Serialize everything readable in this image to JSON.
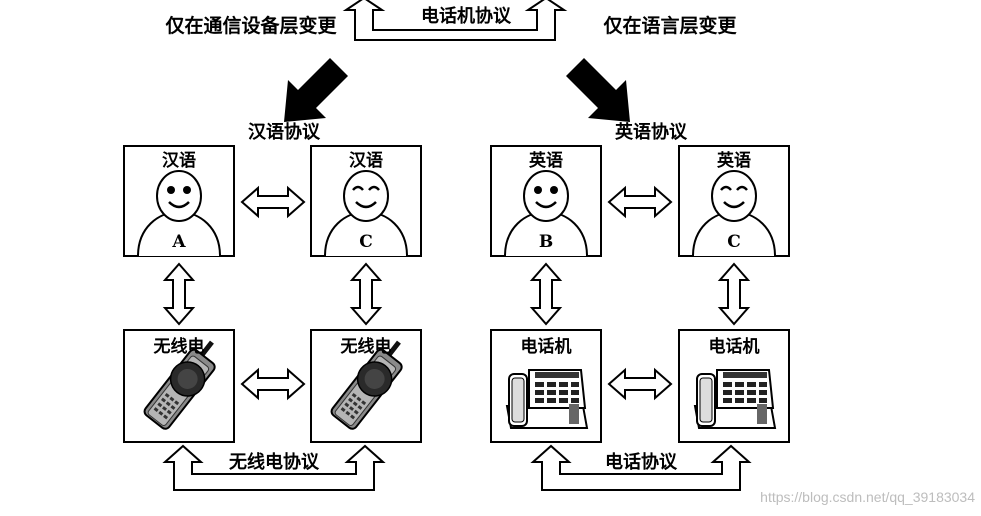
{
  "top": {
    "left_note": "仅在通信设备层变更",
    "right_note": "仅在语言层变更",
    "protocol": "电话机协议"
  },
  "left_group": {
    "protocol": "汉语协议",
    "person_a": {
      "lang": "汉语",
      "letter": "A"
    },
    "person_c": {
      "lang": "汉语",
      "letter": "C"
    },
    "device_a": {
      "label": "无线电"
    },
    "device_c": {
      "label": "无线电"
    },
    "bottom_protocol": "无线电协议"
  },
  "right_group": {
    "protocol": "英语协议",
    "person_b": {
      "lang": "英语",
      "letter": "B"
    },
    "person_c": {
      "lang": "英语",
      "letter": "C"
    },
    "device_b": {
      "label": "电话机"
    },
    "device_c": {
      "label": "电话机"
    },
    "bottom_protocol": "电话协议"
  },
  "watermark": "https://blog.csdn.net/qq_39183034",
  "icons": {
    "person": "person-icon",
    "radio": "walkie-talkie-icon",
    "phone": "desk-phone-icon",
    "arrow": "double-arrow-icon",
    "pointer": "diagonal-arrow-icon"
  }
}
